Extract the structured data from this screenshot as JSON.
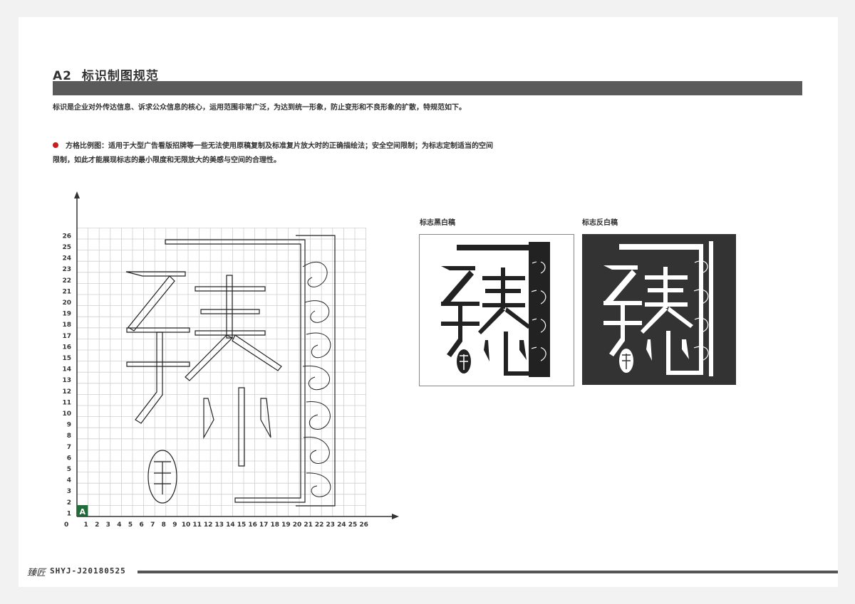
{
  "header": {
    "section_code": "A2",
    "section_title": "标识制图规范"
  },
  "intro": {
    "paragraph": "标识是企业对外传达信息、诉求公众信息的核心，运用范围非常广泛，为达到统一形象，防止变形和不良形象的扩散，特规范如下。",
    "bullet_text": "方格比例图：适用于大型广告看版招牌等一些无法使用原稿复制及标准复片放大时的正确描绘法；安全空间限制；为标志定制适当的空间限制，如此才能展现标志的最小限度和无限放大的美感与空间的合理性。",
    "bullet_color": "#c81e1e"
  },
  "grid": {
    "origin_label": "0",
    "corner_label": "A",
    "corner_color": "#1f6b3a",
    "x_ticks": [
      "1",
      "2",
      "3",
      "4",
      "5",
      "6",
      "7",
      "8",
      "9",
      "10",
      "11",
      "12",
      "13",
      "14",
      "15",
      "16",
      "17",
      "18",
      "19",
      "20",
      "21",
      "22",
      "23",
      "24",
      "25",
      "26"
    ],
    "y_ticks": [
      "1",
      "2",
      "3",
      "4",
      "5",
      "6",
      "7",
      "8",
      "9",
      "10",
      "11",
      "12",
      "13",
      "14",
      "15",
      "16",
      "17",
      "18",
      "19",
      "20",
      "21",
      "22",
      "23",
      "24",
      "25",
      "26"
    ]
  },
  "variants": {
    "bw_caption": "标志黑白稿",
    "reverse_caption": "标志反白稿",
    "reverse_bg": "#333333"
  },
  "footer": {
    "stamp_text": "臻匠",
    "doc_code": "SHYJ-J20180525"
  },
  "icons": {
    "bullet": "red-dot-icon",
    "logo": "zhen-calligraphy-logo",
    "seal": "seal-stamp-icon",
    "cloud": "auspicious-cloud-pattern"
  }
}
